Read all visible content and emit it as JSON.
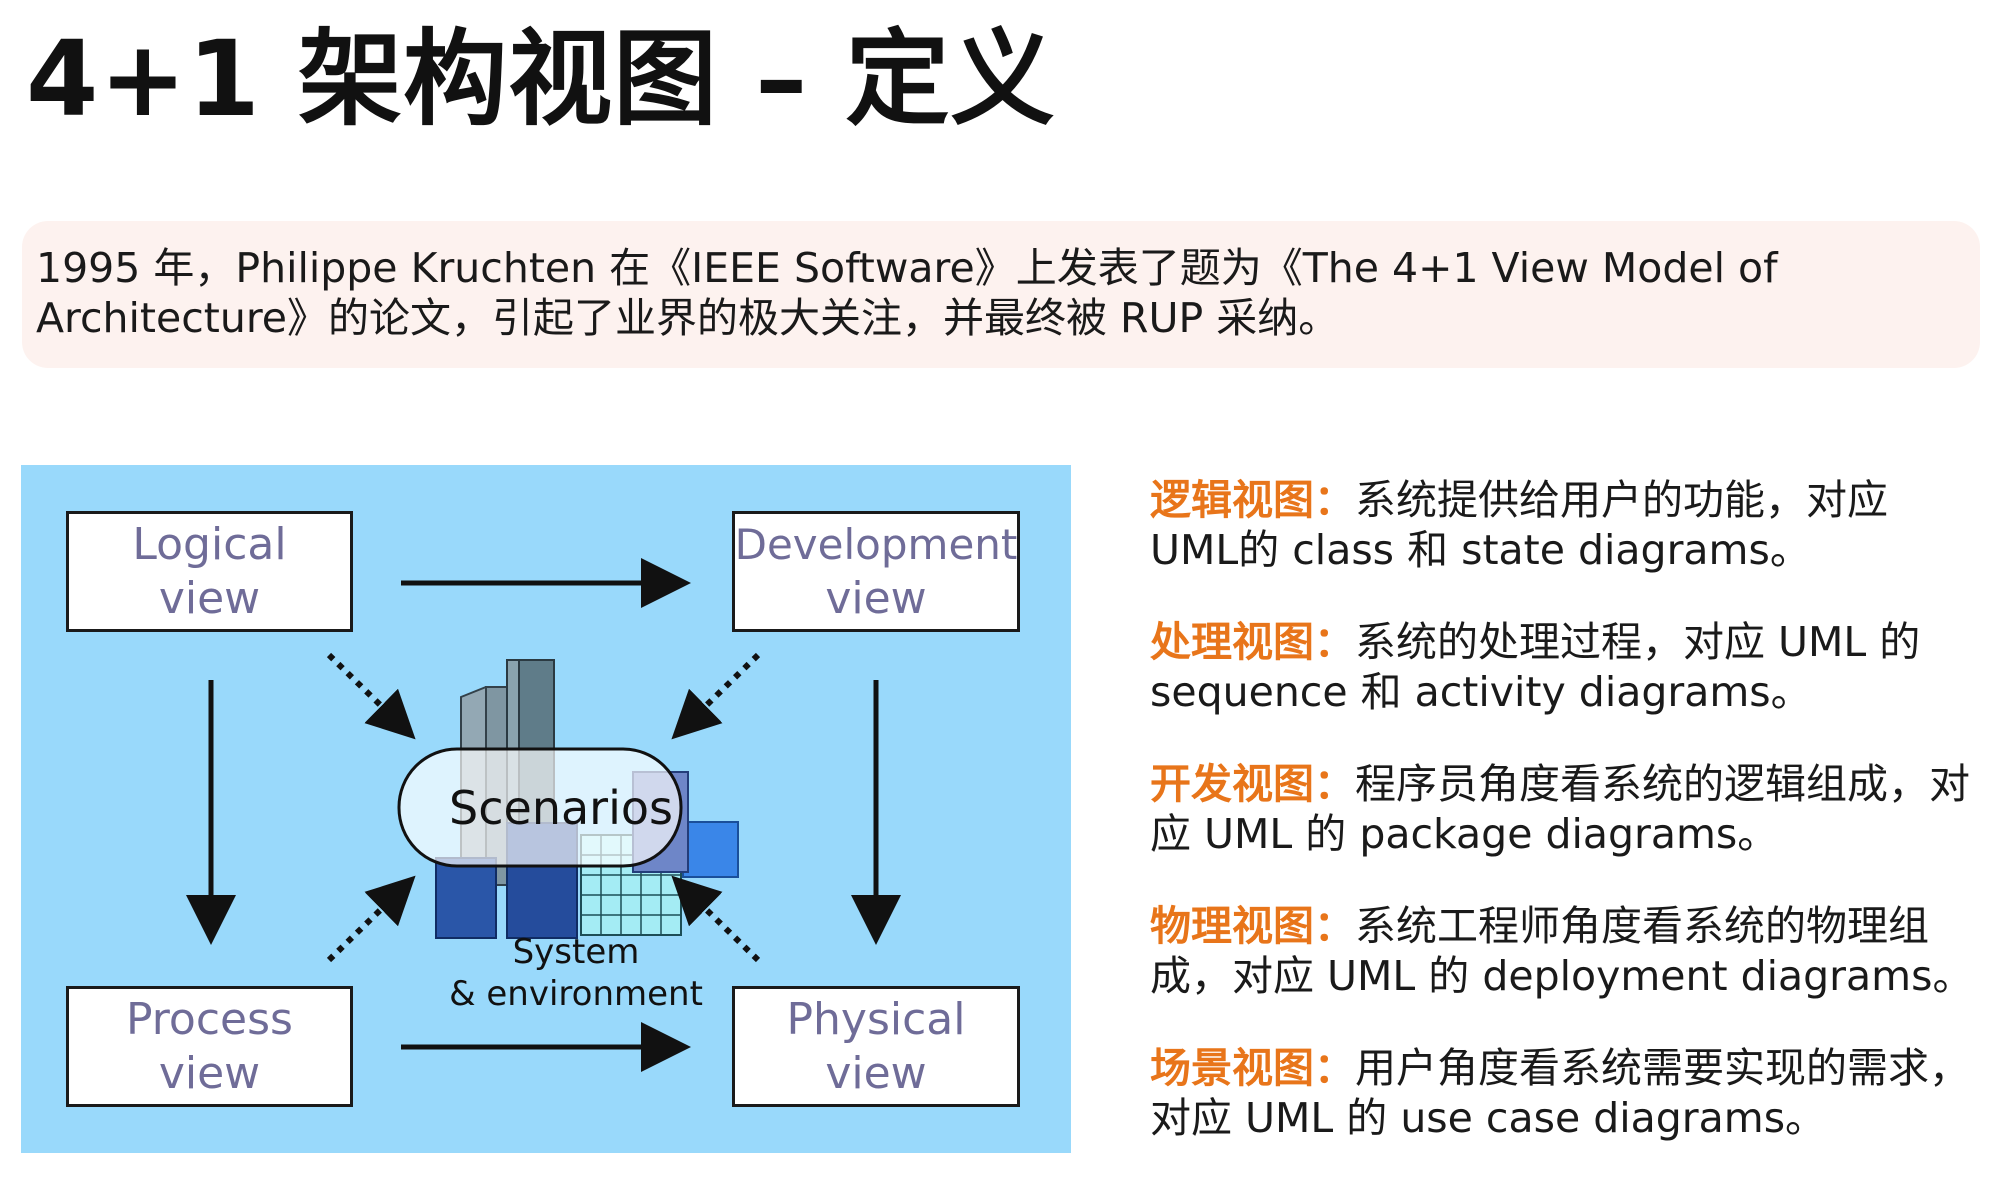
{
  "title": "4+1 架构视图 – 定义",
  "intro": {
    "line1": "1995 年，Philippe Kruchten 在《IEEE Software》上发表了题为《The 4+1 View Model of",
    "line2": "Architecture》的论文，引起了业界的极大关注，并最终被 RUP 采纳。"
  },
  "diagram": {
    "logical": {
      "line1": "Logical",
      "line2": "view"
    },
    "development": {
      "line1": "Development",
      "line2": "view"
    },
    "process": {
      "line1": "Process",
      "line2": "view"
    },
    "physical": {
      "line1": "Physical",
      "line2": "view"
    },
    "scenarios": "Scenarios",
    "system": {
      "line1": "System",
      "line2": "& environment"
    },
    "colors": {
      "background": "#99d9fb",
      "box_text": "#6f6c98"
    }
  },
  "views": [
    {
      "key": "逻辑视图：",
      "line1": "系统提供给用户的功能，对应",
      "line2": "UML的 class 和 state diagrams。"
    },
    {
      "key": "处理视图：",
      "line1": "系统的处理过程，对应 UML 的",
      "line2": "sequence 和 activity diagrams。"
    },
    {
      "key": "开发视图：",
      "line1": "程序员角度看系统的逻辑组成，对",
      "line2": "应 UML 的 package diagrams。"
    },
    {
      "key": "物理视图：",
      "line1": "系统工程师角度看系统的物理组",
      "line2": "成，对应 UML 的 deployment diagrams。"
    },
    {
      "key": "场景视图：",
      "line1": "用户角度看系统需要实现的需求，",
      "line2": "对应 UML 的 use case diagrams。"
    }
  ],
  "accent_color": "#e8751a"
}
